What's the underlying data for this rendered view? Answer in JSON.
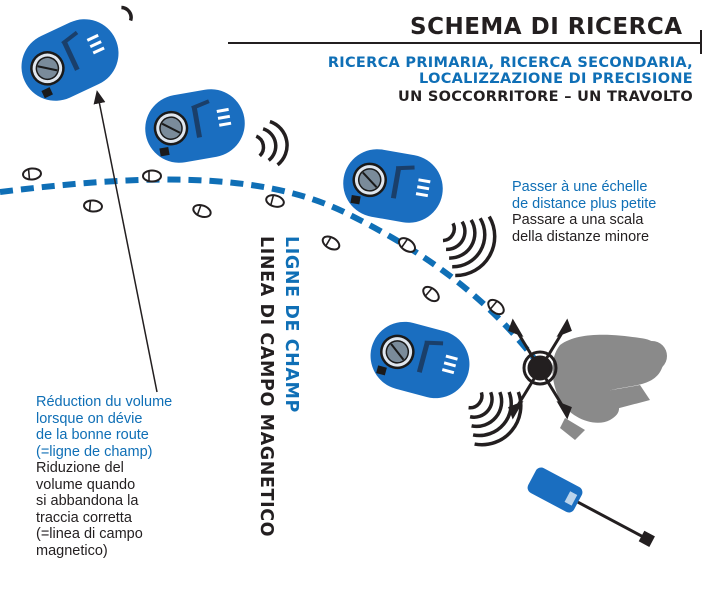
{
  "header": {
    "title": "SCHEMA DI RICERCA",
    "subtitle_line1": "RICERCA PRIMARIA, RICERCA SECONDARIA,",
    "subtitle_line2": "LOCALIZZAZIONE DI PRECISIONE",
    "subtitle_line3": "UN SOCCORRITORE – UN TRAVOLTO"
  },
  "field_line": {
    "label_fr": "LIGNE DE CHAMP",
    "label_it": "LINEA DI CAMPO MAGNETICO"
  },
  "note_scale": {
    "fr_line1": "Passer à une échelle",
    "fr_line2": "de distance plus petite",
    "it_line1": "Passare a una scala",
    "it_line2": "della distanze minore"
  },
  "note_volume": {
    "fr_lines": [
      "Réduction du volume",
      "lorsque on dévie",
      "de la bonne route",
      "(=ligne de champ)"
    ],
    "it_lines": [
      "Riduzione del",
      "volume quando",
      "si abbandona la",
      "traccia corretta",
      "(=linea di campo",
      "magnetico)"
    ]
  },
  "colors": {
    "accent_blue": "#0f6fb6",
    "device_blue": "#1a6ec0",
    "text_dark": "#231f20",
    "victim_gray": "#8a8a8a"
  },
  "icons": [
    "transceiver-icon",
    "footprint-icon",
    "signal-waves-icon",
    "victim-silhouette",
    "probe-icon"
  ]
}
